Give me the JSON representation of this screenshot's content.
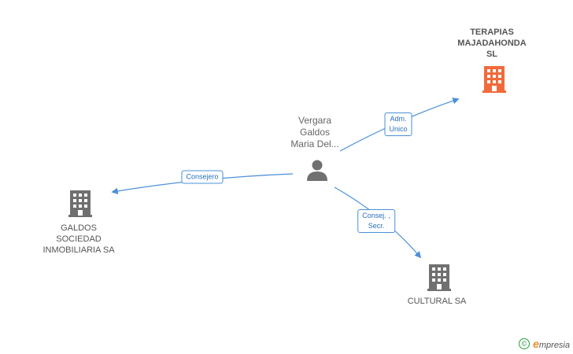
{
  "person": {
    "name": "Vergara\nGaldos\nMaria Del..."
  },
  "companies": [
    {
      "id": "terapias",
      "name": "TERAPIAS\nMAJADAHONDA\nSL",
      "color": "#f26a3b",
      "main": true
    },
    {
      "id": "galdos",
      "name": "GALDOS\nSOCIEDAD\nINMOBILIARIA SA",
      "color": "#707070",
      "main": false
    },
    {
      "id": "cultural",
      "name": "CULTURAL SA",
      "color": "#707070",
      "main": false
    }
  ],
  "edges": [
    {
      "label": "Adm.\nUnico",
      "to": "terapias"
    },
    {
      "label": "Consejero",
      "to": "galdos"
    },
    {
      "label": "Consej. ,\nSecr.",
      "to": "cultural"
    }
  ],
  "colors": {
    "edge": "#4a90d9",
    "person": "#707070",
    "brand_green": "#2a9d3e",
    "brand_orange": "#f28c28"
  },
  "footer": {
    "copyright": "©",
    "brand_initial": "e",
    "brand_rest": "mpresia"
  }
}
